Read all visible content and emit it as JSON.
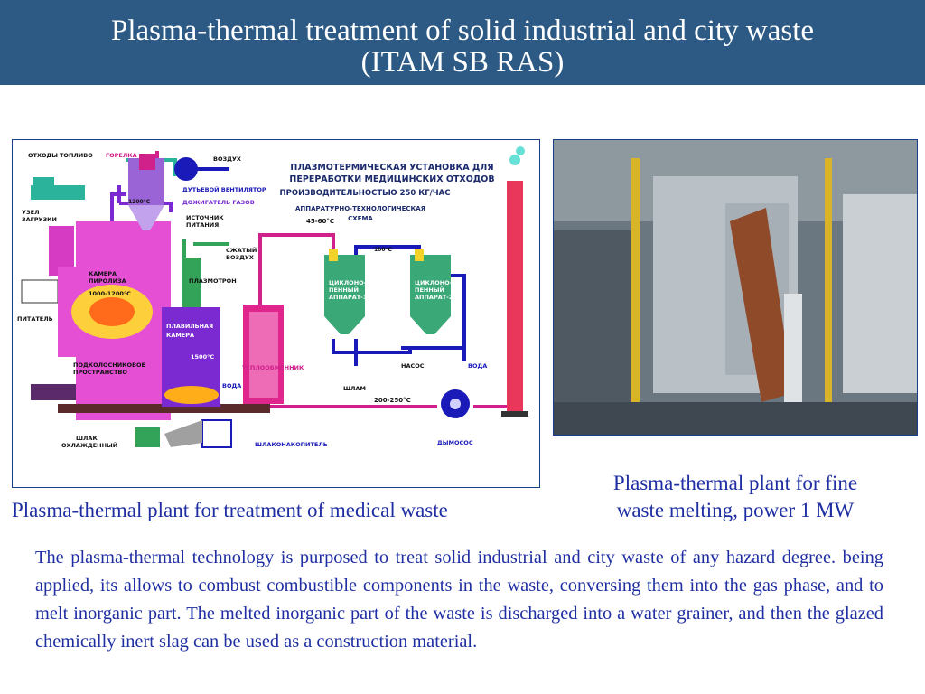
{
  "header": {
    "title_line1": "Plasma-thermal treatment of solid industrial and city waste",
    "title_line2": "(ITAM SB RAS)"
  },
  "diagram": {
    "title_lines": [
      "ПЛАЗМОТЕРМИЧЕСКАЯ УСТАНОВКА ДЛЯ",
      "ПЕРЕРАБОТКИ МЕДИЦИНСКИХ ОТХОДОВ",
      "ПРОИЗВОДИТЕЛЬНОСТЬЮ  250 КГ/ЧАС",
      "АППАРАТУРНО-ТЕХНОЛОГИЧЕСКАЯ",
      "СХЕМА"
    ],
    "labels": {
      "waste": "ОТХОДЫ",
      "fuel": "ТОПЛИВО",
      "burner": "ГОРЕЛКА",
      "air": "ВОЗДУХ",
      "blower": "ДУТЬЕВОЙ ВЕНТИЛЯТОР",
      "afterburner": "ДОЖИГАТЕЛЬ ГАЗОВ",
      "loading_line1": "УЗЕЛ",
      "loading_line2": "ЗАГРУЗКИ",
      "power_line1": "ИСТОЧНИК",
      "power_line2": "ПИТАНИЯ",
      "compressed_air_line1": "СЖАТЫЙ",
      "compressed_air_line2": "ВОЗДУХ",
      "plasmatron": "ПЛАЗМОТРОН",
      "pyrolysis_line1": "КАМЕРА",
      "pyrolysis_line2": "ПИРОЛИЗА",
      "pyrolysis_temp": "1000-1200°C",
      "feeder": "ПИТАТЕЛЬ",
      "melting_line1": "ПЛАВИЛЬНАЯ",
      "melting_line2": "КАМЕРА",
      "melting_temp": "1500°C",
      "hearth_line1": "ПОДКОЛОСНИКОВОЕ",
      "hearth_line2": "ПРОСТРАНСТВО",
      "cyclone1_line1": "ЦИКЛОНО-",
      "cyclone1_line2": "ПЕННЫЙ",
      "cyclone1_line3": "АППАРАТ-1",
      "cyclone2_line1": "ЦИКЛОНО-",
      "cyclone2_line2": "ПЕННЫЙ",
      "cyclone2_line3": "АППАРАТ-2",
      "heat_exchanger": "ТЕПЛООБМЕННИК",
      "water1": "ВОДА",
      "water2": "ВОДА",
      "pump": "НАСОС",
      "sludge": "ШЛАМ",
      "exhaust": "ДЫМОСОС",
      "slag_line1": "ШЛАК",
      "slag_line2": "ОХЛАЖДЕННЫЙ",
      "slag_storage": "ШЛАКОНАКОПИТЕЛЬ",
      "temp_1200": "1200°C",
      "temp_100": "100°C",
      "temp_45_60": "45-60°C",
      "temp_200_250": "200-250°C"
    }
  },
  "captions": {
    "left": "Plasma-thermal plant for treatment of medical waste",
    "right_line1": "Plasma-thermal plant for fine",
    "right_line2": "waste melting, power 1 MW"
  },
  "description": "The plasma-thermal technology is purposed to treat solid industrial and city waste of any hazard degree. being applied, its allows to combust combustible components in the waste, conversing them into the gas phase, and to melt inorganic part. The melted inorganic part of the waste is discharged into a water grainer, and then the glazed chemically inert slag can be used as a construction material."
}
